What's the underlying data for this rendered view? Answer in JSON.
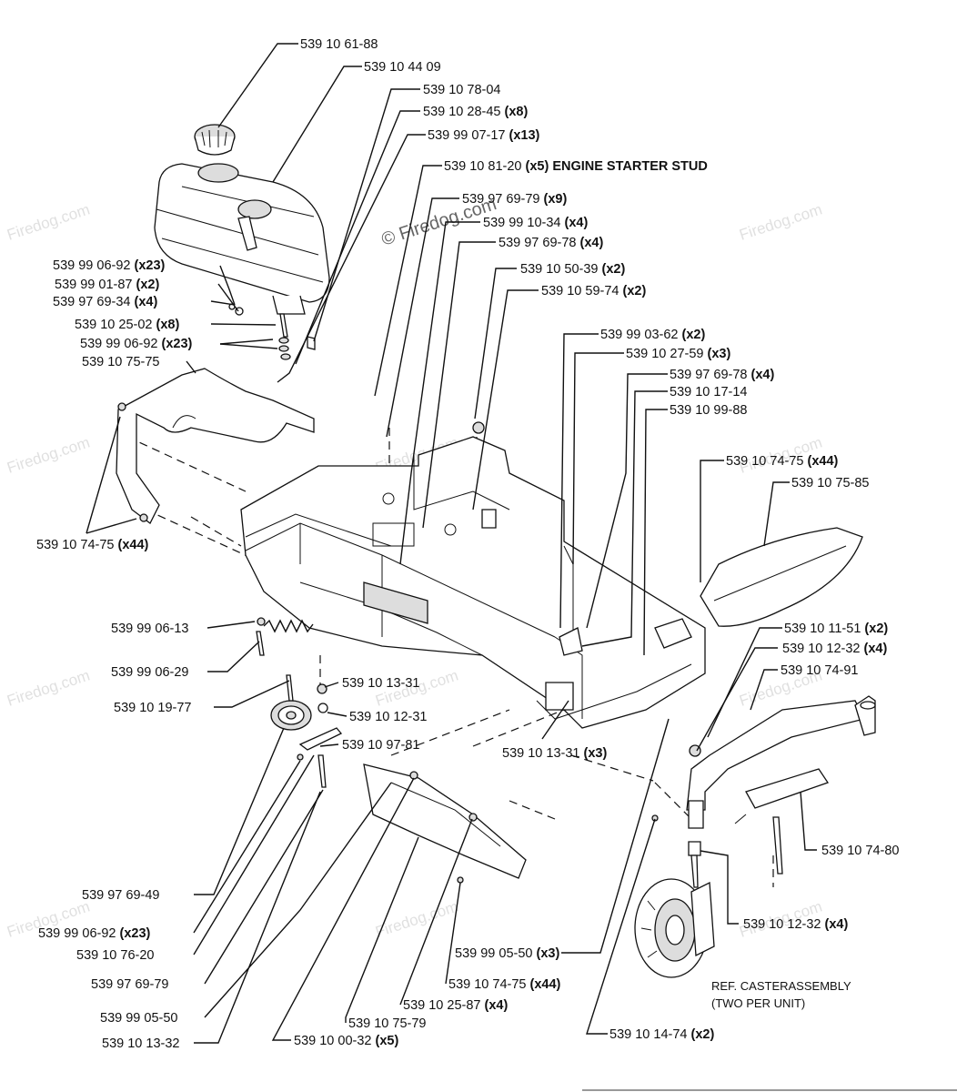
{
  "watermark": {
    "text": "Firedog.com",
    "copyright_text": "© Firedog.com"
  },
  "callouts": [
    {
      "part": "539 10 61-88",
      "qty": ""
    },
    {
      "part": "539 10 44 09",
      "qty": ""
    },
    {
      "part": "539 10 78-04",
      "qty": ""
    },
    {
      "part": "539 10 28-45",
      "qty": "(x8)"
    },
    {
      "part": "539 99 07-17",
      "qty": "(x13)"
    },
    {
      "part": "539 10 81-20",
      "qty": "(x5) ENGINE STARTER STUD"
    },
    {
      "part": "539 97 69-79",
      "qty": "(x9)"
    },
    {
      "part": "539 99 10-34",
      "qty": "(x4)"
    },
    {
      "part": "539 97 69-78",
      "qty": "(x4)"
    },
    {
      "part": "539 10 50-39",
      "qty": "(x2)"
    },
    {
      "part": "539 10 59-74",
      "qty": "(x2)"
    },
    {
      "part": "539 99 06-92",
      "qty": "(x23)"
    },
    {
      "part": "539 99 01-87",
      "qty": "(x2)"
    },
    {
      "part": "539 97 69-34",
      "qty": "(x4)"
    },
    {
      "part": "539 10 25-02",
      "qty": "(x8)"
    },
    {
      "part": "539 99 06-92",
      "qty": "(x23)"
    },
    {
      "part": "539 10 75-75",
      "qty": ""
    },
    {
      "part": "539 99 03-62",
      "qty": "(x2)"
    },
    {
      "part": "539 10 27-59",
      "qty": "(x3)"
    },
    {
      "part": "539 97 69-78",
      "qty": "(x4)"
    },
    {
      "part": "539 10 17-14",
      "qty": ""
    },
    {
      "part": "539 10 99-88",
      "qty": ""
    },
    {
      "part": "539 10 74-75",
      "qty": "(x44)"
    },
    {
      "part": "539 10 75-85",
      "qty": ""
    },
    {
      "part": "539 10 74-75",
      "qty": "(x44)"
    },
    {
      "part": "539 99 06-13",
      "qty": ""
    },
    {
      "part": "539 10 11-51",
      "qty": "(x2)"
    },
    {
      "part": "539 10 12-32",
      "qty": "(x4)"
    },
    {
      "part": "539 10 74-91",
      "qty": ""
    },
    {
      "part": "539 99 06-29",
      "qty": ""
    },
    {
      "part": "539 10 13-31",
      "qty": ""
    },
    {
      "part": "539 10 19-77",
      "qty": ""
    },
    {
      "part": "539 10 12-31",
      "qty": ""
    },
    {
      "part": "539 10 97-81",
      "qty": ""
    },
    {
      "part": "539 10 13-31",
      "qty": "(x3)"
    },
    {
      "part": "539 10 74-80",
      "qty": ""
    },
    {
      "part": "539 97 69-49",
      "qty": ""
    },
    {
      "part": "539 10 12-32",
      "qty": "(x4)"
    },
    {
      "part": "539 99 06-92",
      "qty": "(x23)"
    },
    {
      "part": "539 10 76-20",
      "qty": ""
    },
    {
      "part": "539 99 05-50",
      "qty": "(x3)"
    },
    {
      "part": "539 97 69-79",
      "qty": ""
    },
    {
      "part": "539 10 74-75",
      "qty": "(x44)"
    },
    {
      "part": "539 99 05-50",
      "qty": ""
    },
    {
      "part": "539 10 25-87",
      "qty": "(x4)"
    },
    {
      "part": "539 10 75-79",
      "qty": ""
    },
    {
      "part": "539 10 13-32",
      "qty": ""
    },
    {
      "part": "539 10 00-32",
      "qty": "(x5)"
    },
    {
      "part": "539 10 14-74",
      "qty": "(x2)"
    }
  ],
  "notes": {
    "caster_line1": "REF. CASTERASSEMBLY",
    "caster_line2": "(TWO PER UNIT)"
  }
}
